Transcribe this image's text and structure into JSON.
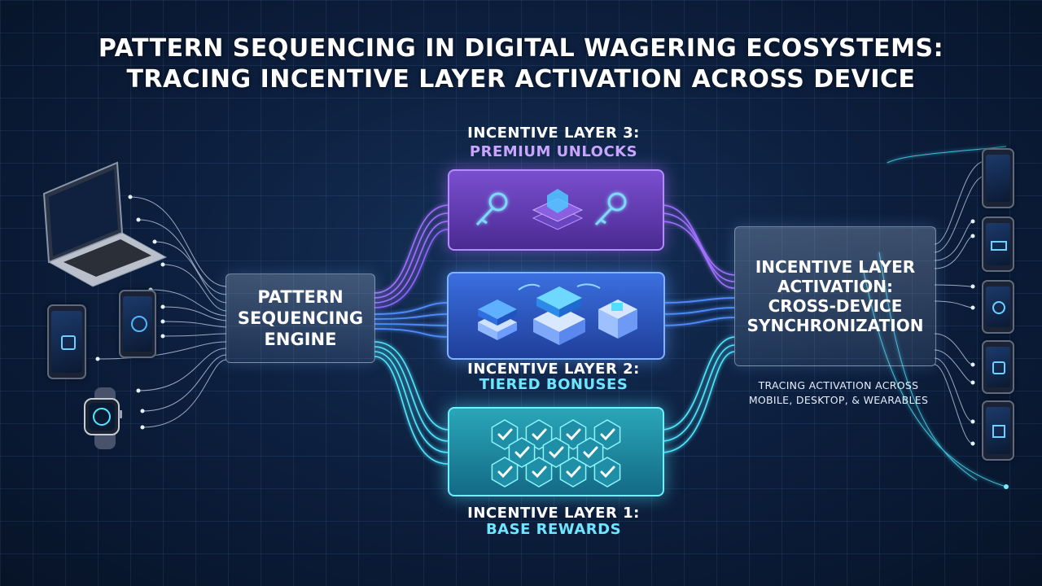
{
  "title": {
    "line1": "PATTERN SEQUENCING IN DIGITAL WAGERING ECOSYSTEMS:",
    "line2": "TRACING INCENTIVE LAYER ACTIVATION ACROSS DEVICE"
  },
  "engine": {
    "line1": "PATTERN",
    "line2": "SEQUENCING",
    "line3": "ENGINE"
  },
  "layers": {
    "layer3": {
      "heading": "INCENTIVE LAYER 3:",
      "name": "PREMIUM UNLOCKS",
      "color": "#b98cff"
    },
    "layer2": {
      "heading": "INCENTIVE LAYER 2:",
      "name": "TIERED BONUSES",
      "color": "#6fe6ff"
    },
    "layer1": {
      "heading": "INCENTIVE LAYER 1:",
      "name": "BASE REWARDS",
      "color": "#5ff0ff"
    }
  },
  "activation": {
    "line1": "INCENTIVE LAYER",
    "line2": "ACTIVATION:",
    "line3": "CROSS-DEVICE",
    "line4": "SYNCHRONIZATION",
    "caption1": "TRACING ACTIVATION ACROSS",
    "caption2": "MOBILE, DESKTOP, & WEARABLES"
  },
  "devices": {
    "left": [
      "laptop-icon",
      "phone-icon",
      "phone-icon",
      "smartwatch-icon"
    ],
    "right": [
      "phone-icon",
      "phone-icon",
      "phone-icon",
      "phone-icon",
      "phone-icon"
    ]
  },
  "colors": {
    "purple": "#a070ff",
    "blue": "#4f8dff",
    "cyan": "#4fe8ff"
  }
}
